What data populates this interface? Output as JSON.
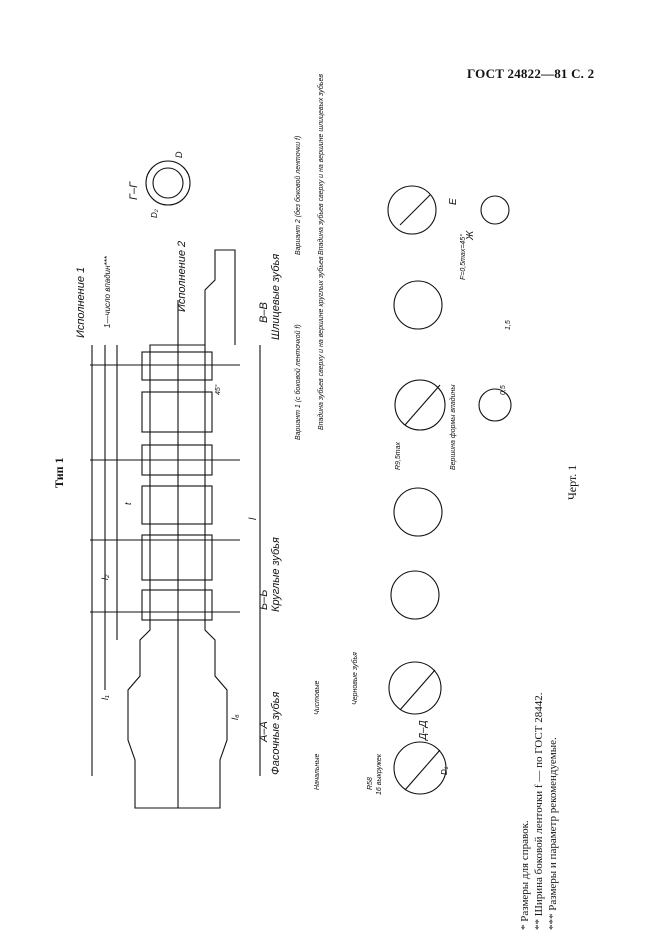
{
  "header": {
    "title": "ГОСТ 24822—81 С. 2"
  },
  "drawing": {
    "type_label": "Тип 1",
    "variant1": "Исполнение 1",
    "variant2": "Исполнение 2",
    "chamfer_note": "1—число впадин***",
    "section_aa": "А–А",
    "section_aa_sub": "Фасочные зубья",
    "section_bb": "Б–Б",
    "section_bb_sub": "Круглые зубья",
    "section_vv": "В–В",
    "section_vv_sub": "Шлицевые зубья",
    "section_gg": "Г–Г",
    "section_dd": "Д–Д",
    "section_ee": "Е",
    "section_zh": "Ж",
    "label_start": "Начальные",
    "label_clean": "Чистовые",
    "label_rough_round": "Черновые зубья",
    "dim_l": "l",
    "dim_l1": "l₁",
    "dim_l2": "l₂",
    "dim_l6": "l₆",
    "dim_t": "t",
    "dim_d": "D",
    "dim_d1": "D₁",
    "dim_d2": "D₂",
    "r_note": "R58",
    "r_note2": "16 выкружек",
    "rz": "R9,5max",
    "tol1": "0,5",
    "tol2": "1,5",
    "angle": "45°",
    "f_note": "F=0,5max=45°",
    "var1_title": "Вариант 1 (с боковой ленточкой f)",
    "var2_title": "Вариант 2 (без боковой ленточки f)",
    "var_a": "Впадина зубьев  сверху и на вершине круглых зубьев",
    "var_b": "Впадина зубьев сверху и на вершине шлицевых зубьев",
    "var_c": "Вершина формы впадины"
  },
  "notes": [
    "*  Размеры для справок.",
    "**  Ширина боковой ленточки f — по ГОСТ 28442.",
    "***  Размеры и параметр рекомендуемые."
  ],
  "caption": "Черт. 1"
}
